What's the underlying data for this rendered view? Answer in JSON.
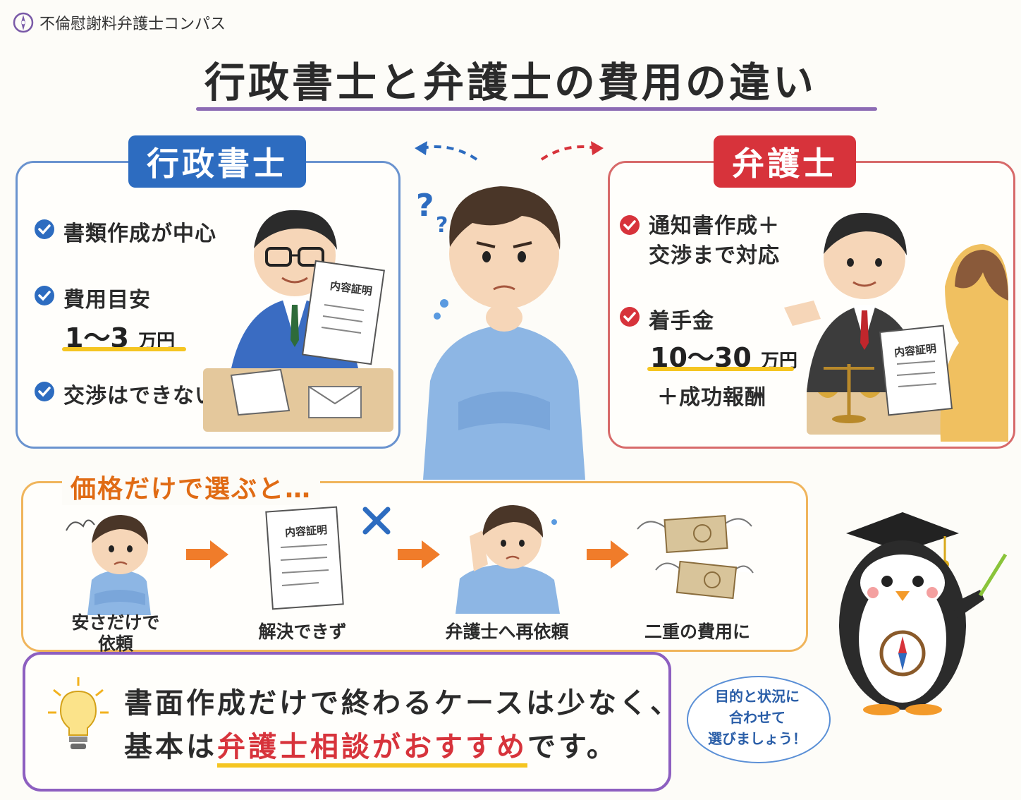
{
  "brand": {
    "name": "不倫慰謝料弁護士コンパス"
  },
  "title": "行政書士と弁護士の費用の違い",
  "gyosei": {
    "tag": "行政書士",
    "items": [
      {
        "text": "書類作成が中心"
      },
      {
        "text": "費用目安"
      },
      {
        "text": "交渉はできない"
      }
    ],
    "price_value": "1～3",
    "price_unit": "万円",
    "document_label": "内容証明"
  },
  "bengoshi": {
    "tag": "弁護士",
    "items": [
      {
        "line1": "通知書作成＋",
        "line2": "交渉まで対応"
      },
      {
        "line1": "着手金"
      }
    ],
    "price_value": "10～30",
    "price_unit": "万円",
    "extra": "＋成功報酬",
    "document_label": "内容証明"
  },
  "flow": {
    "title": "価格だけで選ぶと…",
    "steps": [
      {
        "line1": "安さだけで",
        "line2": "依頼"
      },
      {
        "line1": "解決できず",
        "line2": ""
      },
      {
        "line1": "弁護士へ再依頼",
        "line2": ""
      },
      {
        "line1": "二重の費用に",
        "line2": ""
      }
    ],
    "document_label": "内容証明"
  },
  "message": {
    "line1": "書面作成だけで終わるケースは少なく、",
    "line2_pre": "基本は",
    "line2_em": "弁護士相談がおすすめ",
    "line2_post": "です。"
  },
  "mascot": {
    "bubble_line1": "目的と状況に",
    "bubble_line2": "合わせて",
    "bubble_line3": "選びましょう！"
  },
  "colors": {
    "gyosei": "#2d6cc0",
    "bengoshi": "#d7333b",
    "flow": "#e06b14",
    "highlight": "#f5c521",
    "underline": "#8c6bb4"
  }
}
